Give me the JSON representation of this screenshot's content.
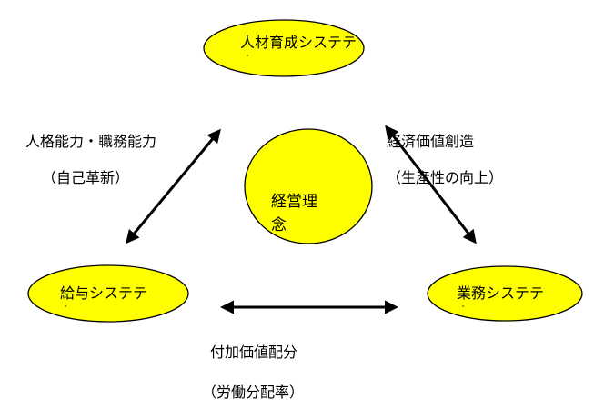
{
  "colors": {
    "node_fill": "#ffff00",
    "stroke": "#000000"
  },
  "nodes": {
    "hr_system": {
      "label": "人材育成システテ",
      "sub": "ﾞ"
    },
    "salary_system": {
      "label": "給与システテ",
      "sub": "ﾞ"
    },
    "business_system": {
      "label": "業務システテ",
      "sub": "ﾞ"
    },
    "philosophy": {
      "line1": "経営理",
      "line2": "念"
    }
  },
  "labels": {
    "left_top": "人格能力・職務能力",
    "left_bottom": "（自己革新）",
    "right_top": "経済価値創造",
    "right_bottom": "（生産性の向上）",
    "bottom_top": "付加価値配分",
    "bottom_bottom": "（労働分配率）"
  }
}
